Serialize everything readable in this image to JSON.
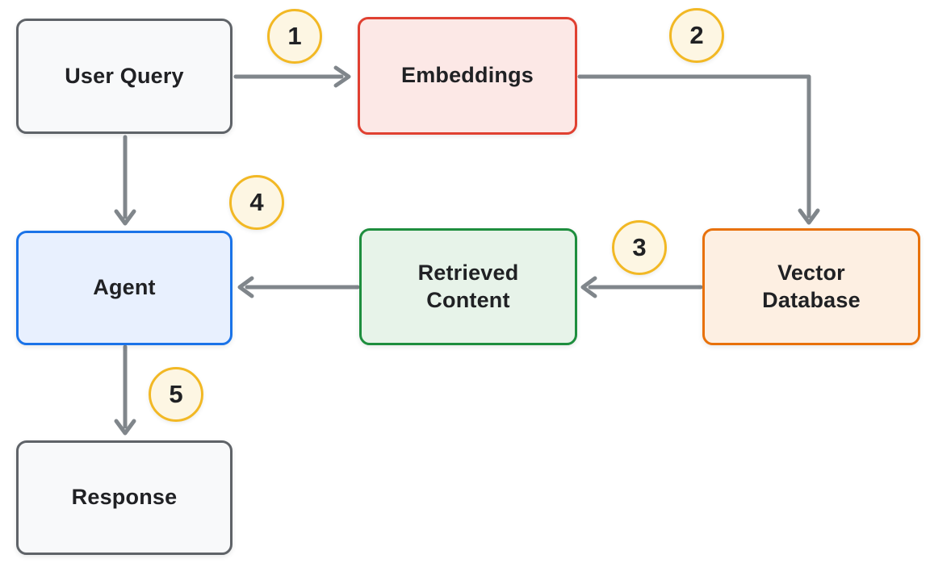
{
  "diagram": {
    "type": "flowchart",
    "background": "#ffffff",
    "text_color": "#202124",
    "arrow_color": "#80868b",
    "badge": {
      "fill": "#fdf6e3",
      "border": "#f2b824"
    },
    "nodes": {
      "user_query": {
        "label": "User Query",
        "fill": "#f8f9fa",
        "border": "#5f6368"
      },
      "embeddings": {
        "label": "Embeddings",
        "fill": "#fce8e6",
        "border": "#e04031"
      },
      "vector_database": {
        "label": "Vector\nDatabase",
        "fill": "#fdefe2",
        "border": "#e8710a"
      },
      "retrieved_content": {
        "label": "Retrieved\nContent",
        "fill": "#e7f3e9",
        "border": "#1e8e3e"
      },
      "agent": {
        "label": "Agent",
        "fill": "#e8f0fe",
        "border": "#1a73e8"
      },
      "response": {
        "label": "Response",
        "fill": "#f8f9fa",
        "border": "#5f6368"
      }
    },
    "steps": [
      "1",
      "2",
      "3",
      "4",
      "5"
    ],
    "edges": [
      {
        "from": "user_query",
        "to": "embeddings",
        "step": "1"
      },
      {
        "from": "embeddings",
        "to": "vector_database",
        "step": "2"
      },
      {
        "from": "vector_database",
        "to": "retrieved_content",
        "step": "3"
      },
      {
        "from": "user_query",
        "to": "agent",
        "step": "4"
      },
      {
        "from": "retrieved_content",
        "to": "agent",
        "step": ""
      },
      {
        "from": "agent",
        "to": "response",
        "step": "5"
      }
    ]
  }
}
